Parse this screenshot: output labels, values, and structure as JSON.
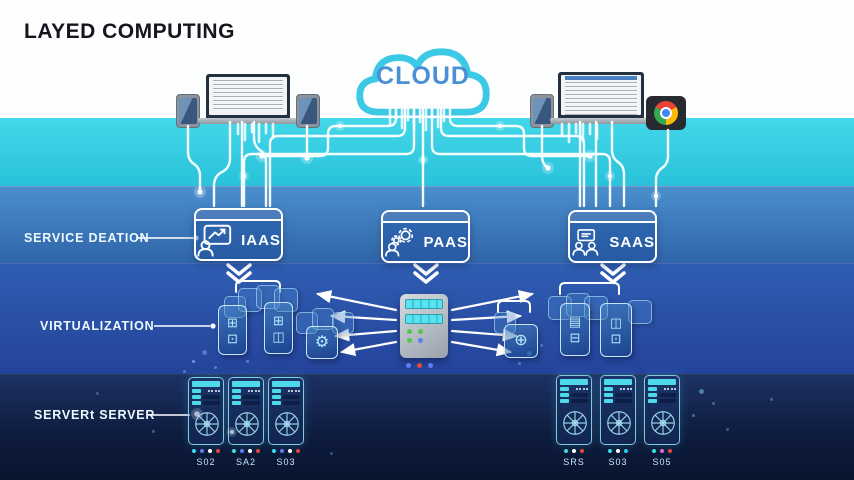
{
  "title": "LAYED COMPUTING",
  "cloud": {
    "label": "CLOUD"
  },
  "devices": {
    "left": [
      "smartphone",
      "laptop",
      "smartphone"
    ],
    "right": [
      "smartphone",
      "laptop",
      "chrome-tablet"
    ]
  },
  "service_layer": {
    "label": "SERVICE DEATION",
    "boxes": [
      {
        "label": "IAAS",
        "icon": "person-monitor-chart-icon"
      },
      {
        "label": "PAAS",
        "icon": "person-gears-icon"
      },
      {
        "label": "SAAS",
        "icon": "people-monitor-icon"
      }
    ]
  },
  "virtualization_layer": {
    "label": "VIRTUALIZATION"
  },
  "server_layer": {
    "label": "SERVERt SERVER",
    "left_racks": [
      {
        "label": "S02"
      },
      {
        "label": "SA2"
      },
      {
        "label": "S03"
      }
    ],
    "right_racks": [
      {
        "label": "SRS"
      },
      {
        "label": "S03"
      },
      {
        "label": "S05"
      }
    ]
  },
  "icons": {
    "gear": "⚙",
    "globe": "⊕",
    "grid": "⊞",
    "panel": "◫",
    "box": "⊡",
    "doc": "▤",
    "tray": "⊟"
  },
  "colors": {
    "band_cyan": "#34cde4",
    "band_blue": "#3a7cc0",
    "band_mid_blue": "#2a54a8",
    "band_navy": "#15254f",
    "cloud_stroke": "#3cc9e6",
    "cloud_text": "#4a90d6",
    "rack_stroke": "#96e6f5",
    "led_red": "#e0493b",
    "led_blue": "#5a7df2",
    "led_cyan": "#3fd9e6",
    "led_green": "#57c24f",
    "chrome_red": "#ea4335",
    "chrome_yellow": "#fbbc05",
    "chrome_green": "#34a853",
    "chrome_blue": "#4285f4"
  }
}
